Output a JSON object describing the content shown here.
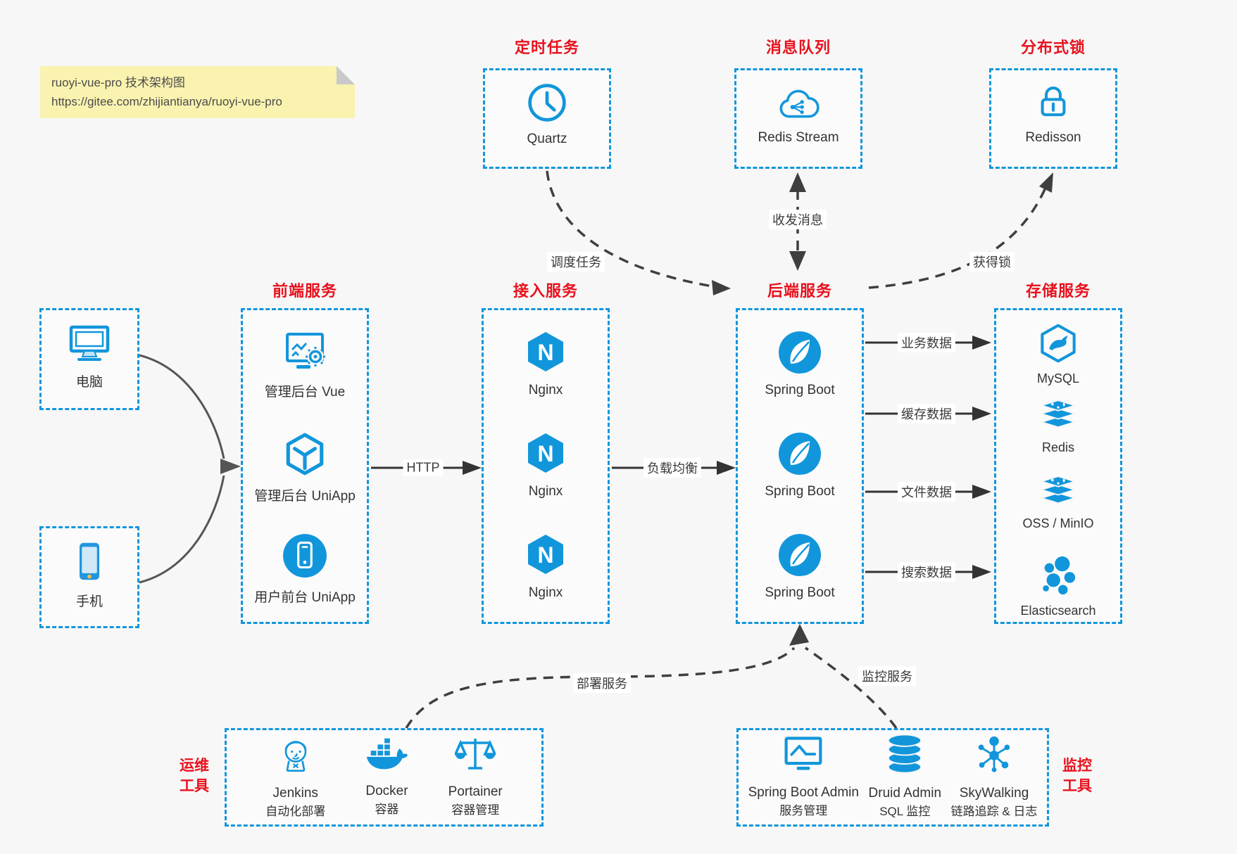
{
  "note": {
    "line1": "ruoyi-vue-pro 技术架构图",
    "line2": "https://gitee.com/zhijiantianya/ruoyi-vue-pro"
  },
  "colors": {
    "accent_blue": "#1296db",
    "title_red": "#e9111d",
    "note_bg": "#faf3b0",
    "page_bg": "#f7f7f7",
    "edge_dark": "#3f3f3f"
  },
  "icons": [
    "clock-icon",
    "cloud-share-icon",
    "lock-icon",
    "desktop-icon",
    "smartphone-icon",
    "admin-vue-icon",
    "uniapp-cube-icon",
    "user-app-icon",
    "nginx-icon",
    "spring-icon",
    "mysql-icon",
    "redis-stack-icon",
    "oss-stack-icon",
    "elasticsearch-icon",
    "jenkins-icon",
    "docker-icon",
    "portainer-icon",
    "sba-monitor-icon",
    "druid-db-icon",
    "skywalking-icon"
  ],
  "top_groups": [
    {
      "title": "定时任务",
      "label": "Quartz"
    },
    {
      "title": "消息队列",
      "label": "Redis Stream"
    },
    {
      "title": "分布式锁",
      "label": "Redisson"
    }
  ],
  "clients": [
    {
      "label": "电脑"
    },
    {
      "label": "手机"
    }
  ],
  "main_groups": [
    {
      "title": "前端服务",
      "items": [
        "管理后台 Vue",
        "管理后台 UniApp",
        "用户前台 UniApp"
      ]
    },
    {
      "title": "接入服务",
      "items": [
        "Nginx",
        "Nginx",
        "Nginx"
      ]
    },
    {
      "title": "后端服务",
      "items": [
        "Spring Boot",
        "Spring Boot",
        "Spring Boot"
      ]
    },
    {
      "title": "存储服务",
      "items": [
        "MySQL",
        "Redis",
        "OSS / MinIO",
        "Elasticsearch"
      ]
    }
  ],
  "bottom_groups": [
    {
      "side_label_line1": "运维",
      "side_label_line2": "工具",
      "items": [
        {
          "name": "Jenkins",
          "desc": "自动化部署"
        },
        {
          "name": "Docker",
          "desc": "容器"
        },
        {
          "name": "Portainer",
          "desc": "容器管理"
        }
      ]
    },
    {
      "side_label_line1": "监控",
      "side_label_line2": "工具",
      "items": [
        {
          "name": "Spring Boot Admin",
          "desc": "服务管理"
        },
        {
          "name": "Druid Admin",
          "desc": "SQL 监控"
        },
        {
          "name": "SkyWalking",
          "desc": "链路追踪 & 日志"
        }
      ]
    }
  ],
  "edge_labels": {
    "schedule": "调度任务",
    "message": "收发消息",
    "lock": "获得锁",
    "http": "HTTP",
    "load_balance": "负载均衡",
    "business_data": "业务数据",
    "cache_data": "缓存数据",
    "file_data": "文件数据",
    "search_data": "搜索数据",
    "deploy": "部署服务",
    "monitor": "监控服务"
  }
}
